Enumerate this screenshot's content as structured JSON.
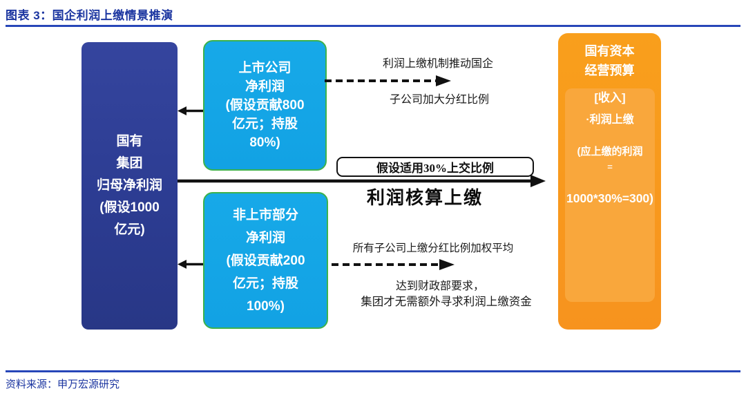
{
  "header": {
    "title": "图表 3：国企利润上缴情景推演"
  },
  "footer": {
    "source": "资料来源：申万宏源研究"
  },
  "nodes": {
    "group": {
      "lines": [
        "国有",
        "集团",
        "归母净利润",
        "(假设1000",
        "亿元)"
      ]
    },
    "listed": {
      "lines": [
        "上市公司",
        "净利润",
        "(假设贡献800",
        "亿元；持股",
        "80%)"
      ]
    },
    "unlisted": {
      "lines": [
        "非上市部分",
        "净利润",
        "(假设贡献200",
        "亿元；持股",
        "100%)"
      ]
    },
    "budget": {
      "title_line1": "国有资本",
      "title_line2": "经营预算",
      "panel_header": "[收入]",
      "panel_item": "·利润上缴",
      "panel_note1": "(应上缴的利润",
      "panel_eq": "=",
      "panel_note2": "1000*30%=300)"
    }
  },
  "edges": {
    "main": {
      "ratio_tag": "假设适用30%上交比例",
      "label": "利润核算上缴"
    },
    "top_dashed": {
      "label_above": "利润上缴机制推动国企",
      "label_below": "子公司加大分红比例"
    },
    "bottom_dashed": {
      "label_above": "所有子公司上缴分红比例加权平均",
      "label_below_1": "达到财政部要求，",
      "label_below_2": "集团才无需额外寻求利润上缴资金"
    }
  },
  "colors": {
    "title_blue": "#1b35a0",
    "rule_blue": "#2746b8",
    "navy_box": "#2c3c92",
    "cyan_box": "#14a5e6",
    "cyan_border": "#3db24c",
    "orange_box": "#f7941e",
    "orange_panel": "#f9a73c",
    "arrow_black": "#111111"
  }
}
